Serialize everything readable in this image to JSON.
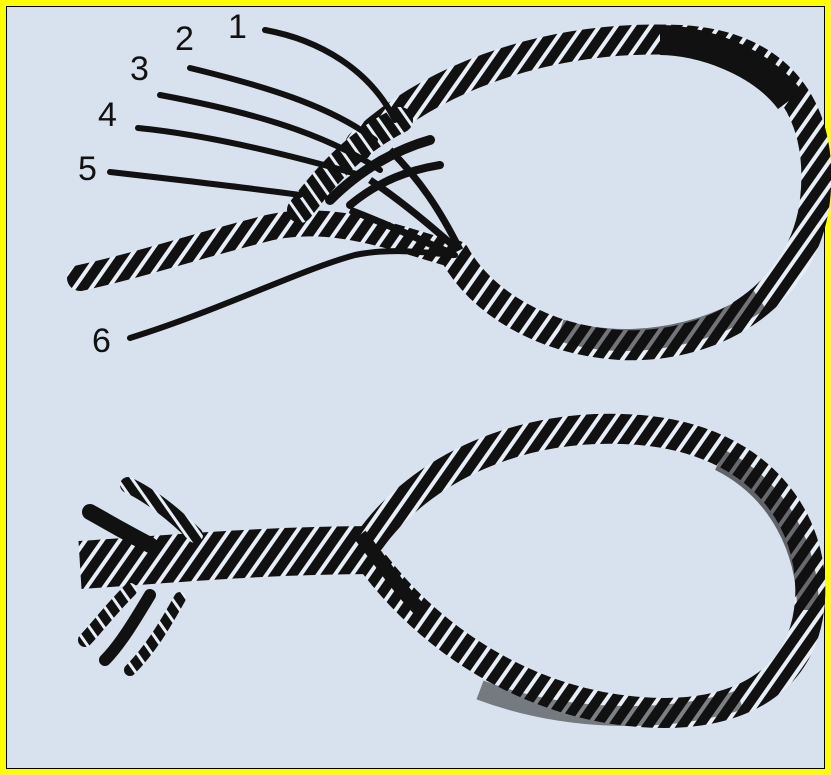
{
  "colors": {
    "border": "#ffff00",
    "background": "#d8e2ef",
    "ink": "#111111",
    "highlight": "#e8eef5"
  },
  "strand_labels": [
    "1",
    "2",
    "3",
    "4",
    "5",
    "6"
  ]
}
